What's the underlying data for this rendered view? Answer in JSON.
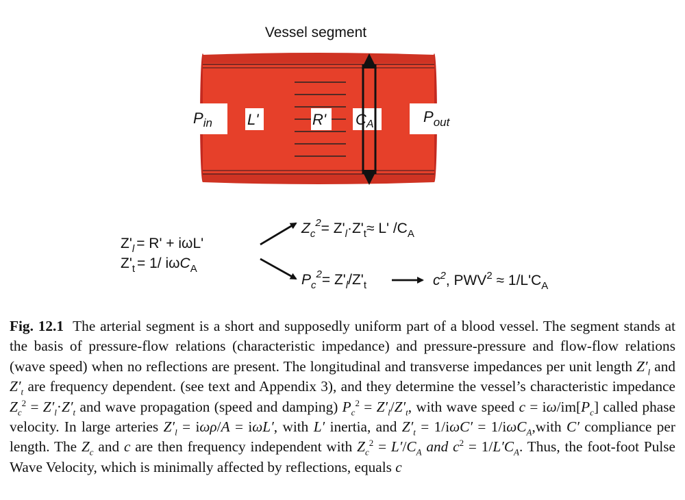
{
  "figure": {
    "title": "Vessel segment",
    "labels": {
      "p_in_main": "P",
      "p_in_sub": "in",
      "l_prime": "L'",
      "r_prime": "R'",
      "c_main": "C",
      "c_sub": "A",
      "p_out_main": "P",
      "p_out_sub": "out"
    },
    "equations": {
      "zl_lhs": "Z'",
      "zl_sub": "l",
      "zl_rhs": "= R' + iωL'",
      "zt_lhs": "Z'",
      "zt_sub": "t",
      "zt_rhs_a": "= 1/ iω",
      "zt_rhs_c": "C",
      "zt_rhs_sub": "A",
      "zc_a": "Z",
      "zc_sub": "c",
      "zc_sup": "2",
      "zc_b": "= Z'",
      "zc_sub2": "l",
      "zc_c": "·Z'",
      "zc_sub3": "t",
      "zc_d": "≈ L' /C",
      "zc_sub4": "A",
      "pc_a": "P",
      "pc_sub": "c",
      "pc_sup": "2",
      "pc_b": "= Z'",
      "pc_sub2": "l",
      "pc_c": "/Z'",
      "pc_sub3": "t",
      "pwv_a": "c",
      "pwv_sup": "2",
      "pwv_b": ", PWV",
      "pwv_sup2": "2",
      "pwv_c": " ≈ 1/L'C",
      "pwv_sub": "A"
    },
    "colors": {
      "vessel": "#e6402a",
      "vessel_edge": "#c42a20",
      "wall_line": "#5a2020",
      "arrow": "#111111"
    }
  },
  "caption": {
    "label": "Fig. 12.1",
    "s1": "The arterial segment is a short and supposedly uniform part of a blood vessel. The segment stands at the basis of pressure-flow relations (characteristic impedance) and pressure-pressure and flow-flow relations (wave speed) when no reflections are present. The longitudinal and transverse impedances per unit length ",
    "zl": "Z′",
    "zl_sub": "l",
    "and1": " and ",
    "zt": "Z′",
    "zt_sub": "t",
    "s2": " are frequency dependent. (see text and Appendix 3), and they determine the vessel’s characteristic impedance ",
    "zc": "Z",
    "zc_sub": "c",
    "zc_sup": "2",
    "eq1": " = ",
    "zl2": "Z′",
    "zl2_sub": "l",
    "dot": "·",
    "zt2": "Z′",
    "zt2_sub": "t",
    "s3": " and wave propagation (speed and damping) ",
    "pc": "P",
    "pc_sub": "c",
    "pc_sup": "2",
    "eq2": " = ",
    "zl3": "Z′",
    "zl3_sub": "l",
    "slash": "/",
    "zt3": "Z′",
    "zt3_sub": "t",
    "s4": ", with wave speed ",
    "c1": "c",
    "s5": " = i",
    "omega": "ω",
    "s6": "/im[",
    "pc2": "P",
    "pc2_sub": "c",
    "s7": "] called phase velocity. In large arteries ",
    "zl4": "Z′",
    "zl4_sub": "l",
    "s8": " = i",
    "omega_rho": "ωρ",
    "s9": "/",
    "A1": "A",
    "s10": " = i",
    "omegaL": "ωL′",
    "s11": ", with ",
    "L1": "L′",
    "s12": " inertia, and ",
    "zt4": "Z′",
    "zt4_sub": "t",
    "s13": " = 1/i",
    "omegaC": "ωC′",
    "s14": " = 1/i",
    "omegaCA": "ωC",
    "ca_sub": "A",
    "s15": ",with ",
    "C1": "C′",
    "s16": " compliance per length. The ",
    "zc2": "Z",
    "zc2_sub": "c",
    "s17": " and ",
    "c2": "c",
    "s18": " are then frequency independent with ",
    "zc3": "Z",
    "zc3_sub": "c",
    "zc3_sup": "2",
    "s19": " = ",
    "LoverC": "L′",
    "s20": "/",
    "CA": "C",
    "CA_sub": "A",
    "and_c2": " and c",
    "and_c2_sup": "2",
    "s21": " = 1/",
    "LC": "L′C",
    "LC_sub": "A",
    "s22": ". Thus, the foot-foot Pulse Wave Velocity, which is minimally affected by reflections, equals ",
    "c3": "c"
  }
}
